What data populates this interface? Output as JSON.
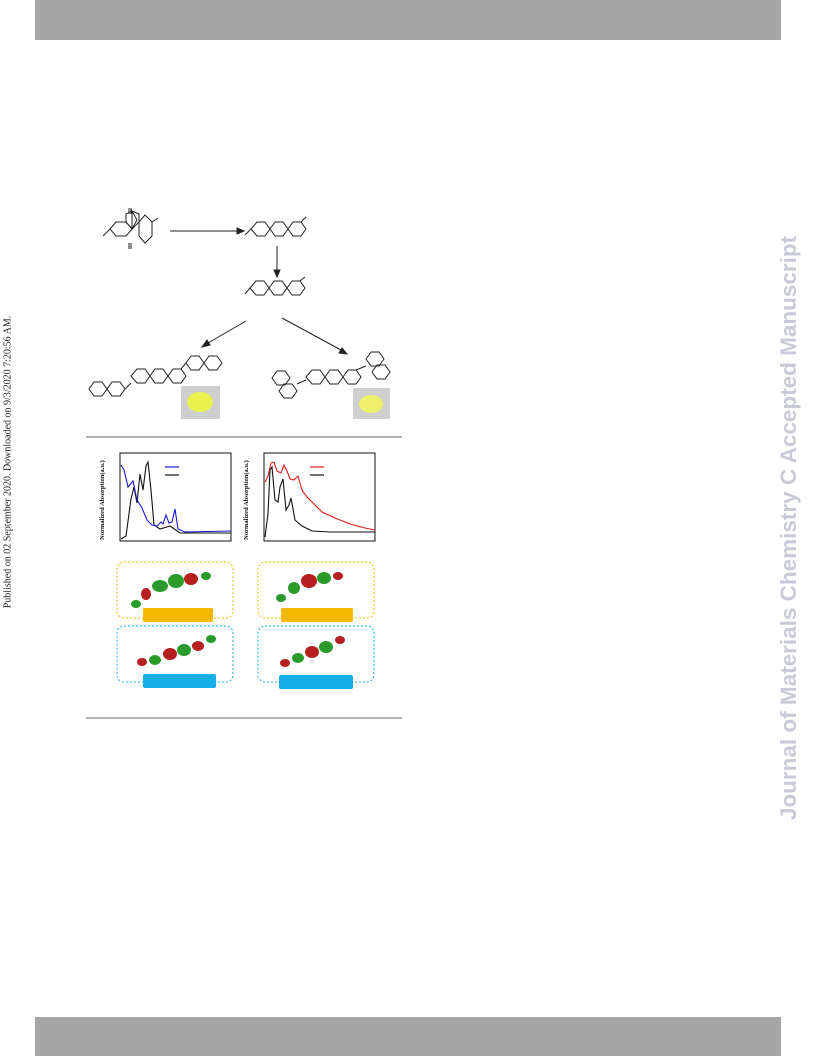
{
  "header_band": "",
  "footer_band": "",
  "side_note_left": "Published on 02 September 2020. Downloaded on 9/3/2020 7:20:56 AM.",
  "side_note_right": "Journal of Materials Chemistry C Accepted Manuscript",
  "figure": {
    "plot_left": {
      "ylabel": "Normalized Absorption(a.u.)",
      "legend_colors": [
        "#1a1acc",
        "#111111"
      ]
    },
    "plot_right": {
      "ylabel": "Normalized Absorption(a.u.)",
      "legend_colors": [
        "#e01b1b",
        "#111111"
      ]
    },
    "orbital_panel_colors": {
      "upper": "#f5b800",
      "lower": "#16aee6"
    },
    "sample_colors": [
      "#e9f24c",
      "#eef06c"
    ]
  }
}
